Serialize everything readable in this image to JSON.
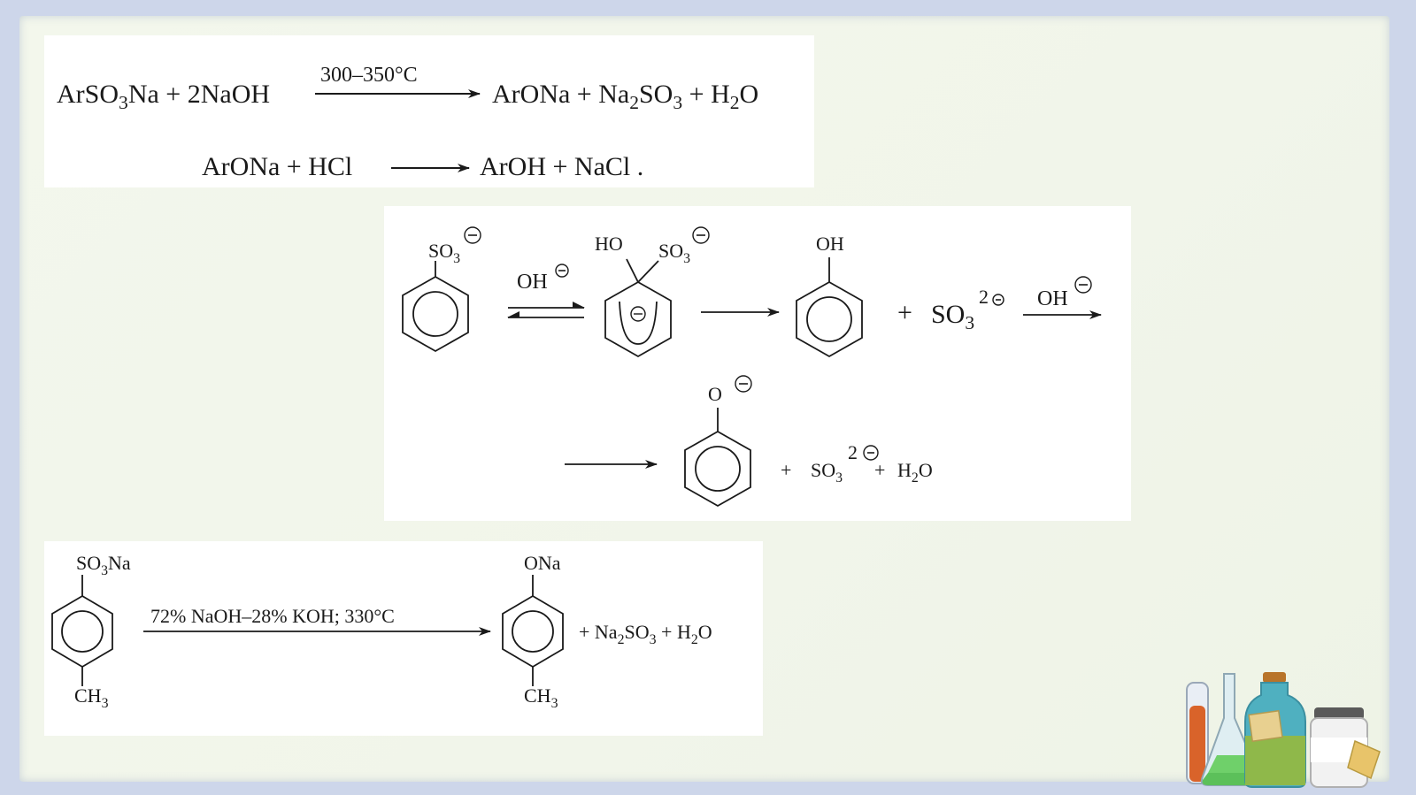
{
  "equations": {
    "eq1_reactant": "ArSO",
    "eq1_reactant_sub": "3",
    "eq1_reactant_end": "Na + 2NaOH",
    "eq1_condition": "300–350°C",
    "eq1_p1": "ArONa + Na",
    "eq1_p1_sub": "2",
    "eq1_p2": "SO",
    "eq1_p2_sub": "3",
    "eq1_p3": " + H",
    "eq1_p3_sub": "2",
    "eq1_p4": "O",
    "eq2_reactant": "ArONa + HCl",
    "eq2_product": "ArOH + NaCl ."
  },
  "mechanism": {
    "sulfonate_label": "SO",
    "sulfonate_sub": "3",
    "hydroxide_label": "OH",
    "intermediate_ho": "HO",
    "intermediate_so": "SO",
    "intermediate_so_sub": "3",
    "phenol_oh": "OH",
    "plus1": "+",
    "sulfite": "SO",
    "sulfite_sub": "3",
    "sulfite_charge": "2",
    "hydroxide2": "OH",
    "phenoxide_o": "O",
    "plus2": "+",
    "sulfite2": "SO",
    "sulfite2_sub": "3",
    "sulfite2_charge": "2",
    "plus3": "+",
    "water_h": "H",
    "water_sub": "2",
    "water_o": "O",
    "minus": "−"
  },
  "toluene_reaction": {
    "reactant_top": "SO",
    "reactant_top_sub": "3",
    "reactant_top_end": "Na",
    "reactant_bottom": "CH",
    "reactant_bottom_sub": "3",
    "condition": "72% NaOH–28% KOH; 330°C",
    "product_top": "ONa",
    "product_bottom": "CH",
    "product_bottom_sub": "3",
    "tail": "+ Na",
    "tail_sub1": "2",
    "tail_mid": "SO",
    "tail_sub2": "3",
    "tail_mid2": " + H",
    "tail_sub3": "2",
    "tail_end": "O"
  },
  "colors": {
    "frame": "#cdd6ea",
    "slide": "#f3f7ec",
    "panel": "#ffffff",
    "ink": "#1a1a1a"
  },
  "icons": [
    "chemistry-glassware-icon"
  ]
}
